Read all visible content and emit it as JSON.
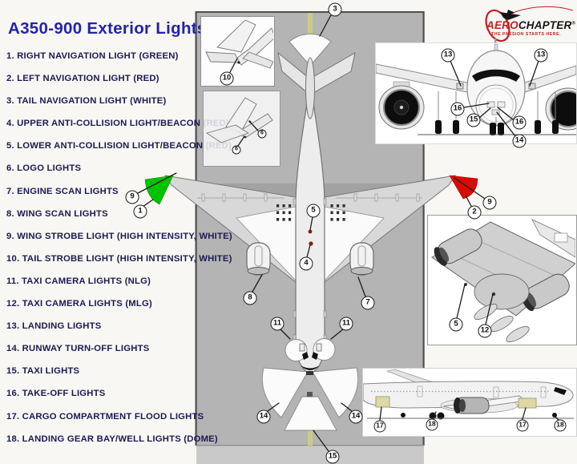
{
  "title": "A350-900 Exterior Lights",
  "legend": [
    "1. RIGHT NAVIGATION LIGHT (GREEN)",
    "2. LEFT NAVIGATION LIGHT (RED)",
    "3. TAIL NAVIGATION LIGHT (WHITE)",
    "4. UPPER ANTI-COLLISION LIGHT/BEACON (RED)",
    "5. LOWER ANTI-COLLISION LIGHT/BEACON (RED)",
    "6. LOGO LIGHTS",
    "7. ENGINE SCAN LIGHTS",
    "8. WING SCAN LIGHTS",
    "9. WING STROBE LIGHT (HIGH INTENSITY, WHITE)",
    "10. TAIL STROBE LIGHT (HIGH INTENSITY, WHITE)",
    "11. TAXI CAMERA LIGHTS (NLG)",
    "12. TAXI CAMERA LIGHTS (MLG)",
    "13. LANDING LIGHTS",
    "14. RUNWAY TURN-OFF LIGHTS",
    "15. TAXI LIGHTS",
    "16. TAKE-OFF LIGHTS",
    "17. CARGO COMPARTMENT FLOOD LIGHTS",
    "18. LANDING GEAR BAY/WELL LIGHTS (DOME)"
  ],
  "logo": {
    "brand_red": "AERO",
    "brand_dark": "CHAPTER",
    "registered": "®",
    "tagline": "THE PASSION STARTS HERE."
  },
  "callouts": {
    "c3": "3",
    "c10": "10",
    "c6a": "6",
    "c6b": "6",
    "c9l": "9",
    "c1": "1",
    "c9r": "9",
    "c2": "2",
    "c5": "5",
    "c4": "4",
    "c8": "8",
    "c7": "7",
    "c11l": "11",
    "c11r": "11",
    "c14l": "14",
    "c14r": "14",
    "c15": "15",
    "f13l": "13",
    "f13r": "13",
    "f16a": "16",
    "f15": "15",
    "f16b": "16",
    "f14": "14",
    "b5": "5",
    "b12": "12",
    "s17a": "17",
    "s18a": "18",
    "s17b": "17",
    "s18b": "18"
  },
  "colors": {
    "title_blue": "#2323aa",
    "legend_navy": "#1b1b52",
    "nav_green": "#00c300",
    "nav_red": "#da0b00",
    "runway_gray": "#b4b4b4",
    "centerline_yellow": "#cbcb84",
    "logo_red": "#c41e1e"
  }
}
